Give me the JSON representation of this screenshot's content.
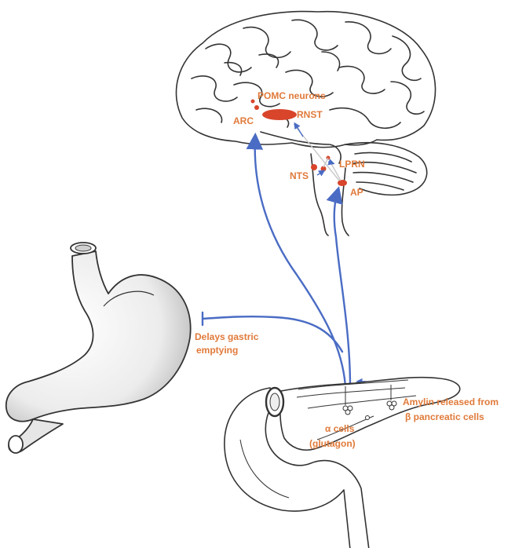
{
  "colors": {
    "label": "#e07a3a",
    "pathway": "#4a6cc4",
    "nucleus": "#d8452b",
    "outline": "#333333",
    "organ_fill": "#eeeeee"
  },
  "labels": {
    "pomc": "POMC neurons",
    "arc": "ARC",
    "rnst": "RNST",
    "lprn": "LPRN",
    "nts": "NTS",
    "ap": "AP",
    "delays_line1": "Delays gastric",
    "delays_line2": "emptying",
    "amylin_line1": "Amylin released from",
    "amylin_line2": "β pancreatic cells",
    "alpha_line1": "α cells",
    "alpha_line2": "(glutagon)"
  }
}
